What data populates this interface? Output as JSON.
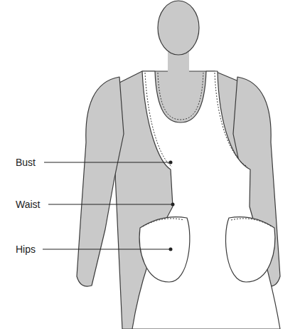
{
  "diagram": {
    "labels": [
      "Bust",
      "Waist",
      "Hips"
    ]
  }
}
